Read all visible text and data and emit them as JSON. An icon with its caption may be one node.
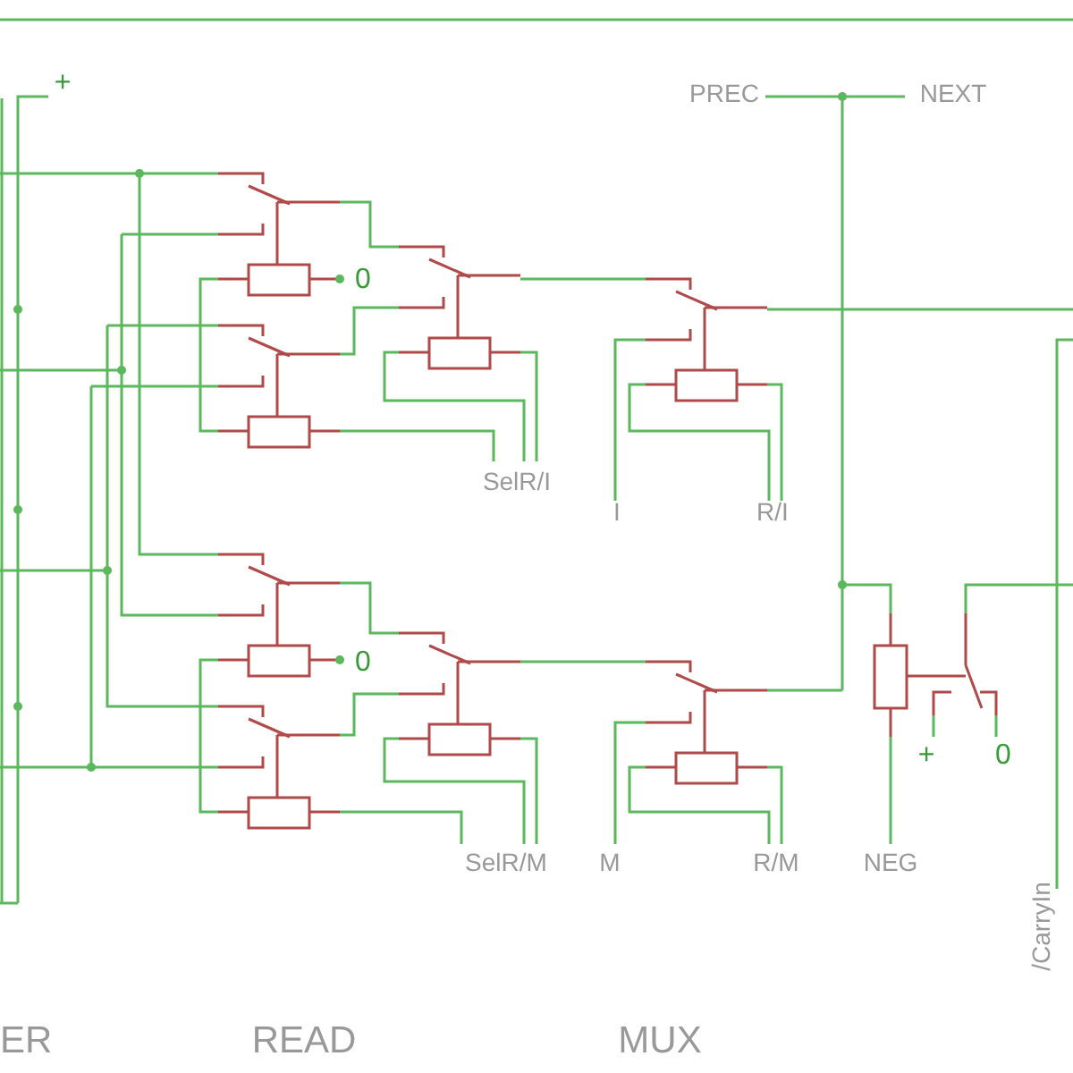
{
  "diagram": {
    "labels": [
      "+",
      "PREC",
      "NEXT",
      "0",
      "SelR/I",
      "I",
      "R/I",
      "0",
      "+",
      "0",
      "SelR/M",
      "M",
      "R/M",
      "NEG",
      "/CarryIn",
      "ER",
      "READ",
      "MUX"
    ]
  }
}
